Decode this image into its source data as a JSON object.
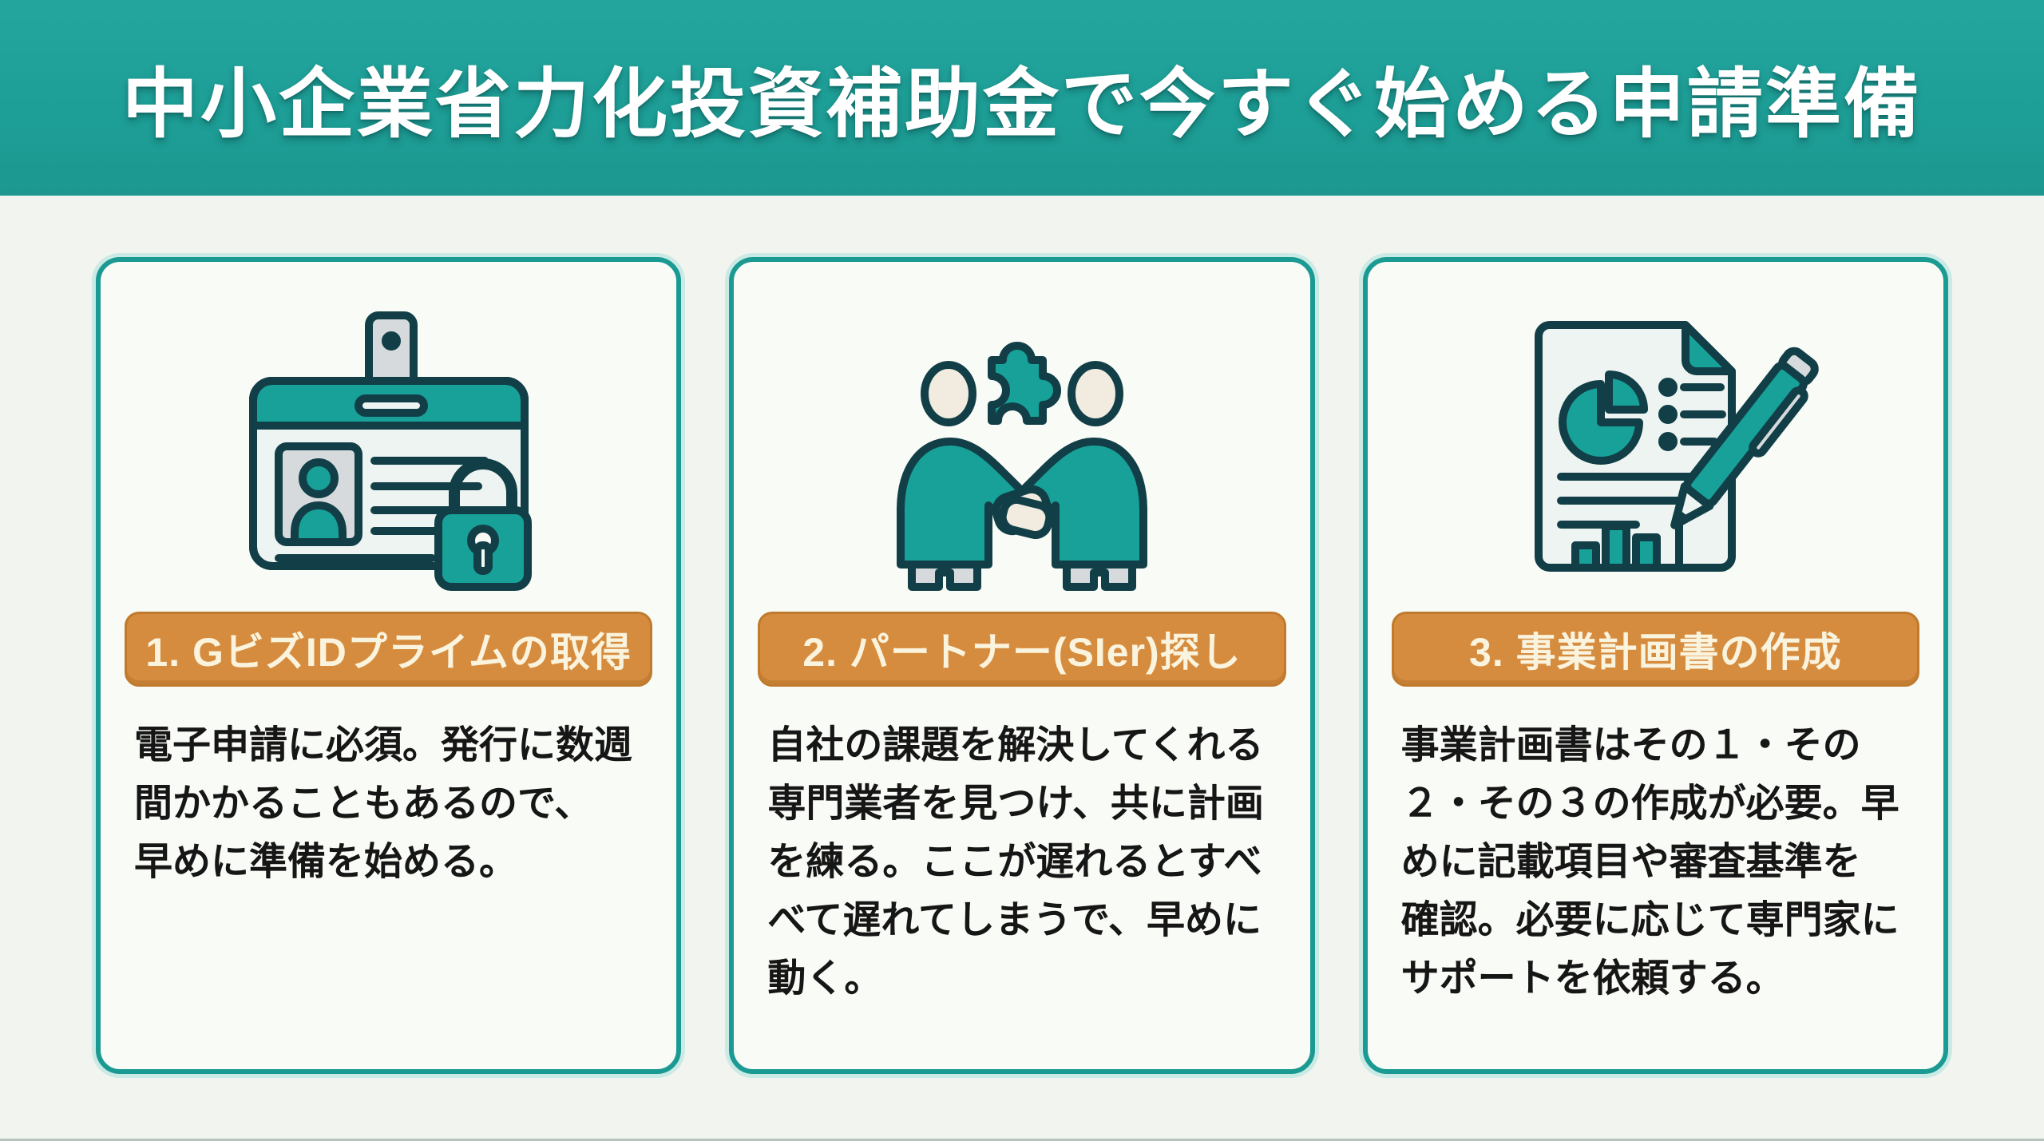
{
  "header": {
    "title": "中小企業省力化投資補助金で今すぐ始める申請準備"
  },
  "cards": [
    {
      "icon": "id-card-lock",
      "badge": "1. GビズIDプライムの取得",
      "description": "電子申請に必須。発行に数週\n間かかることもあるので、\n早めに準備を始める。"
    },
    {
      "icon": "handshake-puzzle",
      "badge": "2. パートナー(SIer)探し",
      "description": "自社の課題を解決してくれる\n専門業者を見つけ、共に計画\nを練る。ここが遅れるとすべ\nべて遅れてしまうで、早めに\n動く。"
    },
    {
      "icon": "document-pen",
      "badge": "3. 事業計画書の作成",
      "description": "事業計画書はその１・その\n２・その３の作成が必要。早\nめに記載項目や審査基準を\n確認。必要に応じて専門家に\nサポートを依頼する。"
    }
  ],
  "colors": {
    "header_teal": "#1d9f97",
    "card_border_teal": "#1a9a92",
    "badge_orange": "#d68c3e",
    "badge_text": "#faf3dd",
    "card_background": "#f9fbf6",
    "page_background": "#f2f4ef",
    "body_text": "#161616",
    "icon_teal": "#17a199",
    "icon_outline": "#123f47"
  }
}
